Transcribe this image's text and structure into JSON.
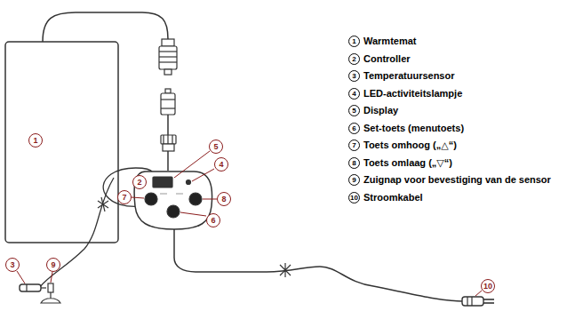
{
  "diagram": {
    "labels": [
      "1",
      "2",
      "3",
      "4",
      "5",
      "6",
      "7",
      "8",
      "9",
      "10",
      "1",
      "Warmtemat",
      "2",
      "Controller",
      "3",
      "Temperatuursensor",
      "4",
      "LED-activiteitslampje",
      "5",
      "Display",
      "6",
      "Set-toets (menutoets)",
      "7",
      "Toets omhoog („△“)",
      "8",
      "Toets omlaag („▽“)",
      "9",
      "Zuignap voor bevestiging van de sensor",
      "10",
      "Stroomkabel"
    ]
  }
}
